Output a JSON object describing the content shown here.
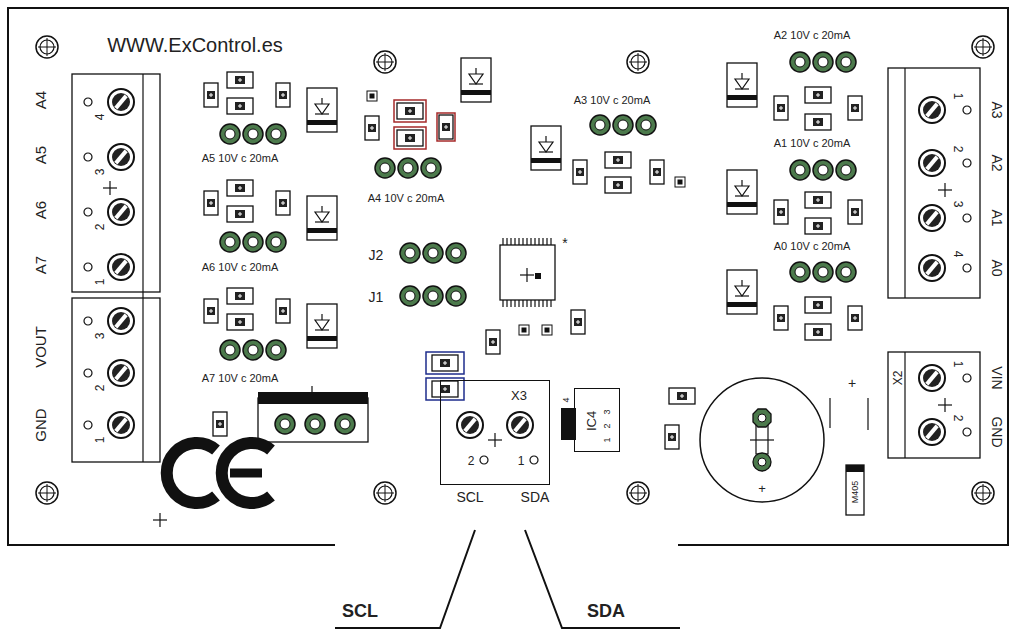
{
  "diagram": {
    "nodes": [
      {
        "text": [
          "X3",
          "2",
          "1"
        ]
      },
      {
        "text": [
          "IC4"
        ]
      }
    ],
    "labels": [
      "WWW.ExControl.es",
      "A4",
      "A5",
      "A6",
      "A7",
      "VOUT",
      "GND",
      "4",
      "3",
      "2",
      "1",
      "3",
      "2",
      "1",
      "A5 10V c 20mA",
      "A6 10V c 20mA",
      "A7 10V c 20mA",
      "J2",
      "J1",
      "A4 10V c 20mA",
      "A3 10V c 20mA",
      "*",
      "A2 10V c 20mA",
      "A1 10V c 20mA",
      "A0 10V c 20mA",
      "1",
      "2",
      "3",
      "4",
      "A3",
      "A2",
      "A1",
      "A0",
      "X2",
      "1",
      "2",
      "VIN",
      "GND",
      "4",
      "3",
      "2",
      "1",
      "+",
      "+",
      "M405",
      "SCL",
      "SDA",
      "SCL",
      "SDA"
    ]
  }
}
